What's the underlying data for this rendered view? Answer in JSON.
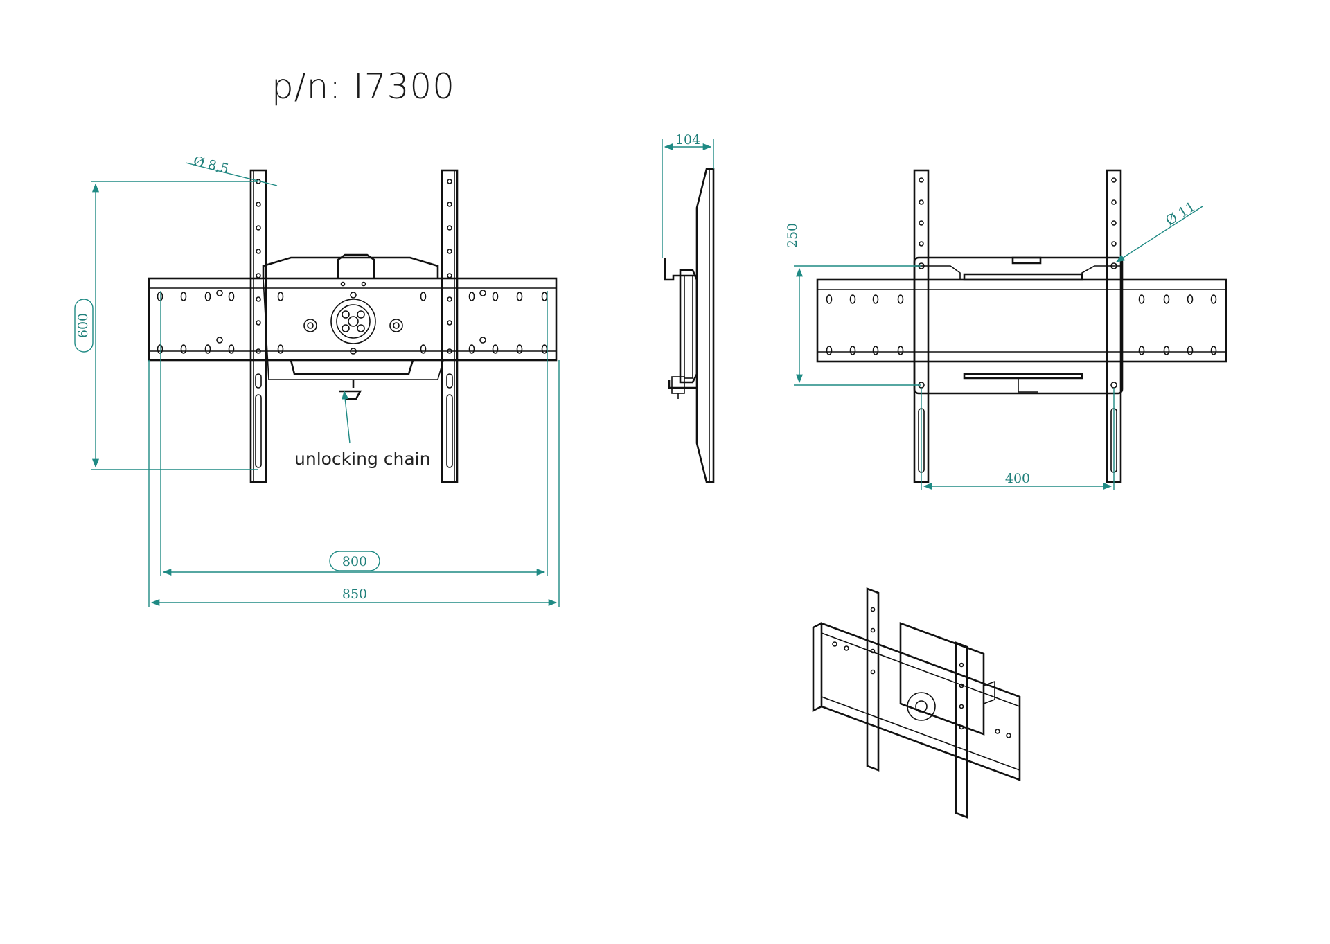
{
  "title": "p/n: I7300",
  "note": "unlocking chain",
  "dims": {
    "hole_small": "Ø 8,5",
    "height": "600",
    "width_inner": "800",
    "width_outer": "850",
    "depth": "104",
    "offset": "250",
    "hole_large": "Ø 11",
    "spacing": "400"
  },
  "colors": {
    "line": "#111111",
    "dimension": "#1f8a84"
  }
}
